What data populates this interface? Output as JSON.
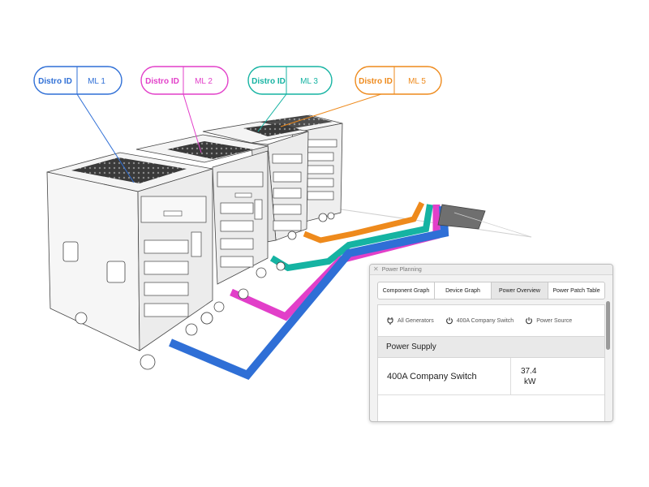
{
  "callouts": [
    {
      "key": "Distro ID",
      "value": "ML 1",
      "color": "#2f6fd6"
    },
    {
      "key": "Distro ID",
      "value": "ML 2",
      "color": "#e23fc9"
    },
    {
      "key": "Distro ID",
      "value": "ML 3",
      "color": "#15b3a2"
    },
    {
      "key": "Distro ID",
      "value": "ML 5",
      "color": "#ee8a1c"
    }
  ],
  "window": {
    "title": "Power Planning",
    "tabs": [
      {
        "label": "Component Graph"
      },
      {
        "label": "Device Graph"
      },
      {
        "label": "Power Overview",
        "active": true
      },
      {
        "label": "Power Patch Table"
      }
    ],
    "filters": [
      {
        "label": "All Generators",
        "icon": "plug-icon"
      },
      {
        "label": "400A Company Switch",
        "icon": "power-icon"
      },
      {
        "label": "Power Source",
        "icon": "power-icon"
      }
    ],
    "section_title": "Power Supply",
    "rows": [
      {
        "name": "400A Company Switch",
        "value": "37.4",
        "unit": "kW"
      }
    ]
  }
}
